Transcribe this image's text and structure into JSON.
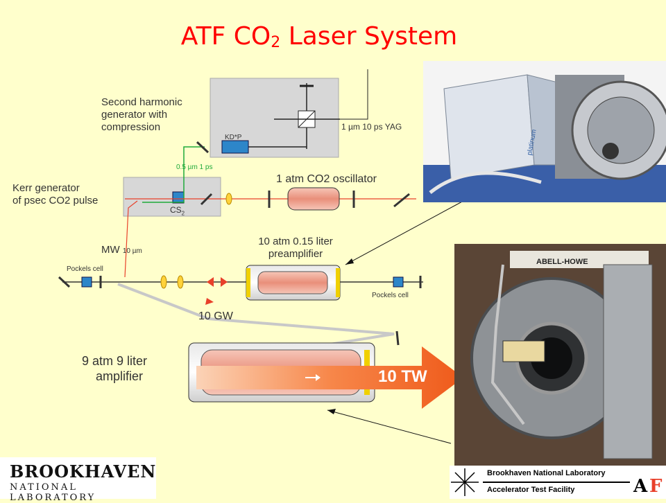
{
  "title": {
    "main": "ATF CO",
    "sub": "2",
    "rest": " Laser System"
  },
  "labels": {
    "shg": [
      "Second harmonic",
      "generator with",
      "compression"
    ],
    "kdp": "KD*P",
    "yag": "1 µm 10 ps YAG",
    "green": "0.5 µm 1 ps",
    "oscillator": "1 atm CO2  oscillator",
    "kerr": [
      "Kerr generator",
      "of psec CO2 pulse"
    ],
    "cs2": "CS",
    "cs2_sub": "2",
    "mw": "MW",
    "mw_small": "10 µm",
    "pockels_left": "Pockels cell",
    "pockels_right": "Pockels cell",
    "preamp": [
      "10 atm 0.15 liter",
      "preamplifier"
    ],
    "gw": "10 GW",
    "amp": [
      "9 atm  9 liter",
      "amplifier"
    ],
    "tw": "10 TW",
    "photo_brand": "platinum",
    "sign_text": "ABELL-HOWE"
  },
  "logos": {
    "bnl_top": "BROOKHAVEN",
    "bnl_bottom": "NATIONAL LABORATORY",
    "atf_line1": "Brookhaven National Laboratory",
    "atf_line2": "Accelerator Test Facility"
  },
  "colors": {
    "title": "#FF0000",
    "background": "#FFFFCC",
    "beam_red": "#E8402A",
    "beam_green": "#1FAA3A",
    "arrow_orange": "#F26A1B"
  }
}
